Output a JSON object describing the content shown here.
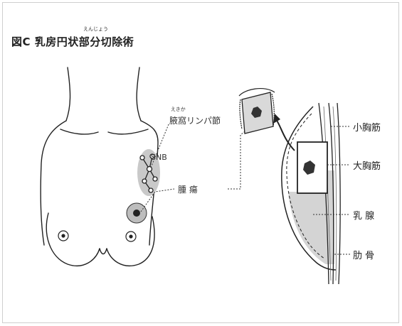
{
  "figure": {
    "title": "図C 乳房円状部分切除術",
    "title_ruby": "えんじょう",
    "labels": {
      "axilla": "腋窩リンパ節",
      "axilla_ruby": "えきか",
      "snb": "SNB",
      "tumor": "腫 瘍",
      "pectoralis_minor": "小胸筋",
      "pectoralis_major": "大胸筋",
      "mammary_gland": "乳 腺",
      "rib": "肋 骨"
    }
  }
}
